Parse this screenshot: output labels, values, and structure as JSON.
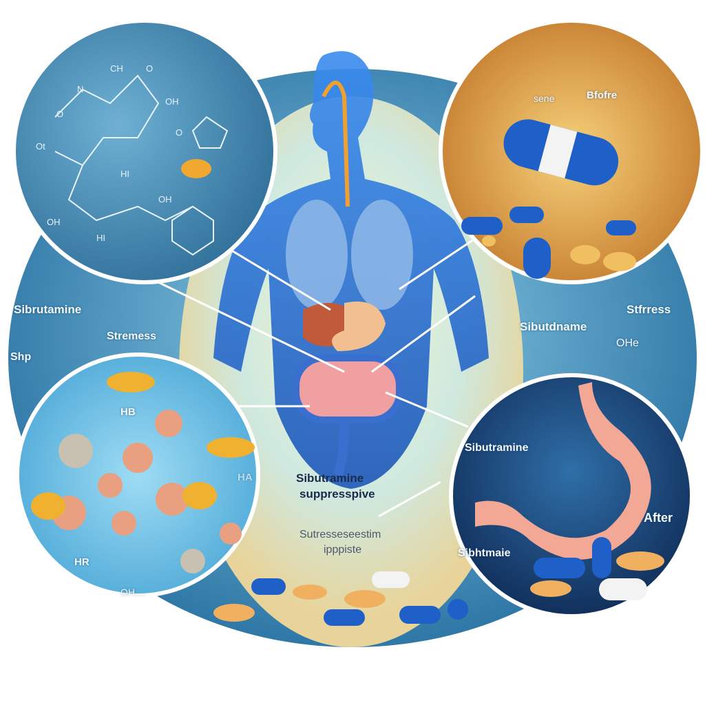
{
  "colors": {
    "background_blue": "#3f8db8",
    "figure_blue": "#2a6fd0",
    "glow_yellow": "#f4ecb0",
    "capsule_blue": "#1f5fc8",
    "capsule_white": "#f3f3f3",
    "tablet_orange": "#f0b060",
    "stomach_pink": "#f0a090"
  },
  "icons": [
    "human-silhouette",
    "lungs",
    "stomach",
    "intestines",
    "capsules",
    "tablets",
    "molecule",
    "virus-particle"
  ],
  "labels": {
    "left_main": "Sibrutamine",
    "left_stress": "Stremess",
    "left_shp": "Shp",
    "center_main": "Sibutramine",
    "center_sub": "suppresspive",
    "center_lower1": "Sutresseseestim",
    "center_lower2": "ipppiste",
    "right_stress": "Stfrress",
    "right_main": "Sibutdname",
    "right_ohe": "OHe",
    "tr_sene": "sene",
    "tr_before": "Bfofre",
    "br_main": "Sibutramine",
    "br_after": "After",
    "br_sub": "Sibhtmaie",
    "bl_hb": "HB",
    "bl_hr": "HR",
    "bl_oh": "OH....",
    "bl_ha": "HA",
    "tl_chem": [
      "CH",
      "O",
      "N",
      "O",
      "Ot",
      "OH",
      "HI",
      "OH",
      "OH",
      "HI",
      "O"
    ]
  }
}
